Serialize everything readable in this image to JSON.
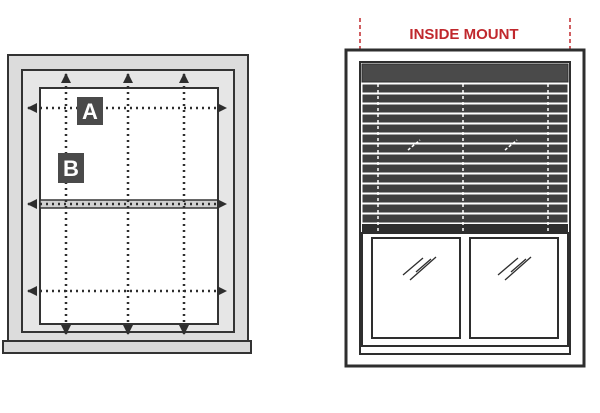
{
  "left_diagram": {
    "label_a": "A",
    "label_b": "B"
  },
  "right_diagram": {
    "mount_label": "INSIDE MOUNT"
  },
  "colors": {
    "frame_gray": "#d9d9d9",
    "outline": "#333333",
    "dark": "#2e2e2e",
    "accent_red": "#c0282d",
    "label_box": "#4a4a4a"
  }
}
